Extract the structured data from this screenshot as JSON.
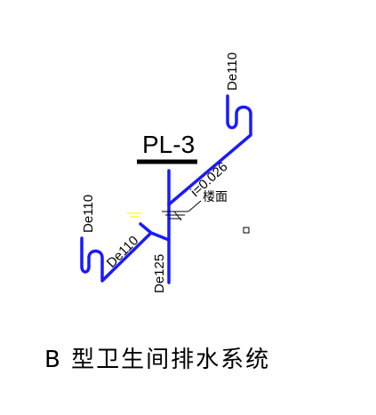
{
  "diagram": {
    "stack_label": "PL-3",
    "pipe_labels": {
      "top_vent": "De110",
      "slope": "i=0.026",
      "left_vent": "De110",
      "branch": "De110",
      "stack": "De125"
    },
    "floor_label": "楼面",
    "caption": "B 型卫生间排水系统"
  },
  "colors": {
    "pipe": "#1a1aff",
    "text": "#000000",
    "water_mark": "#ffff66"
  }
}
